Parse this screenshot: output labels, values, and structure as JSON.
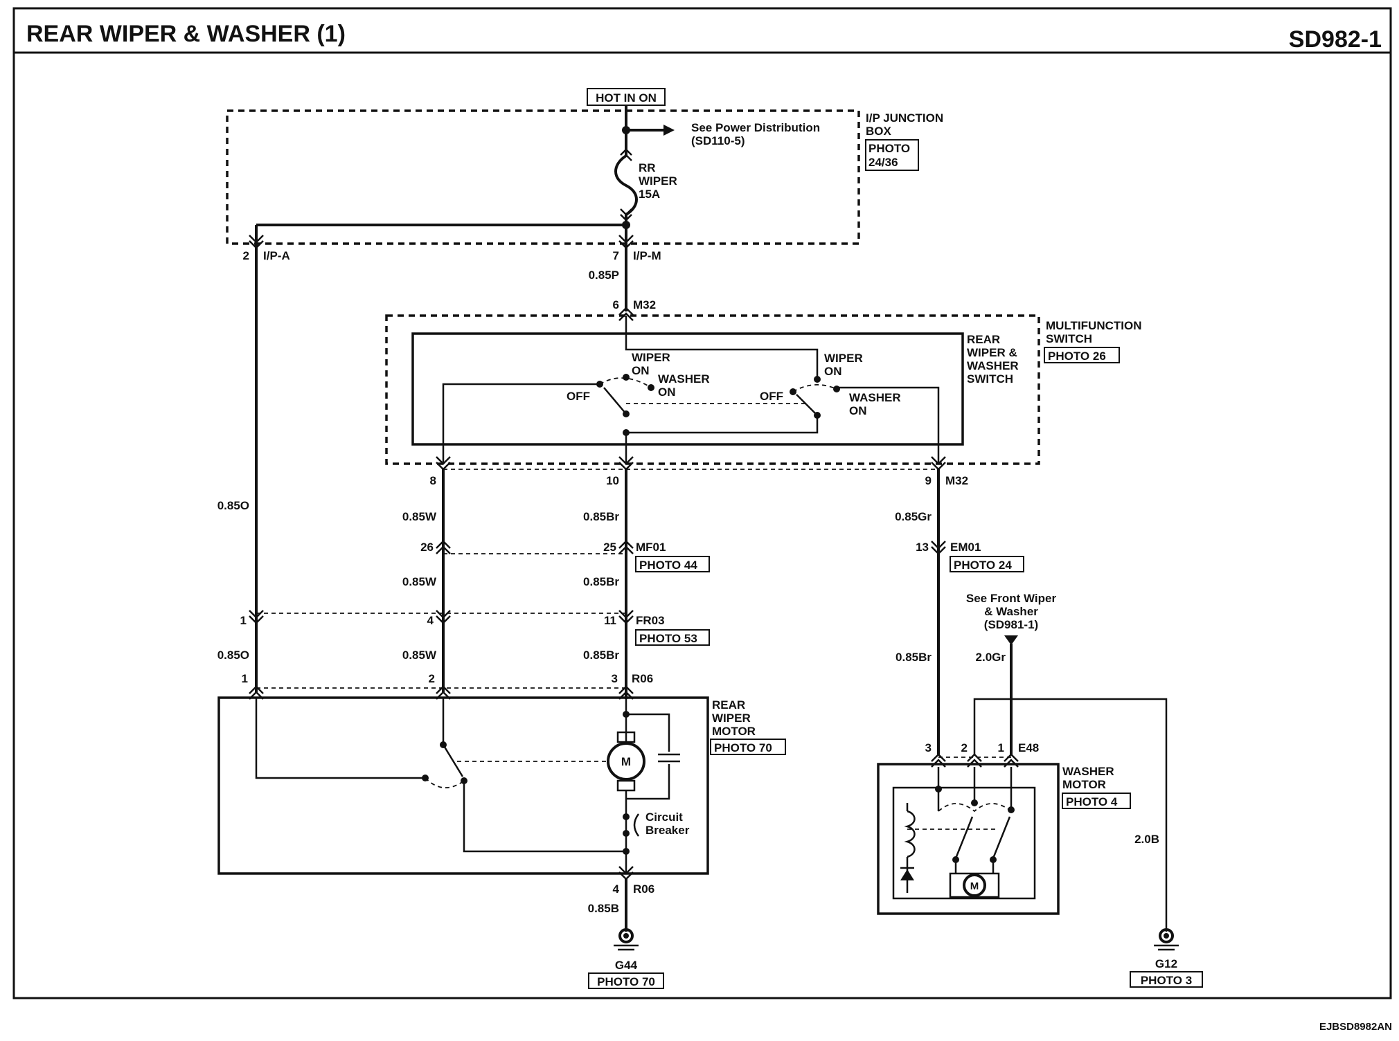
{
  "header": {
    "title": "REAR WIPER & WASHER (1)",
    "code": "SD982-1"
  },
  "footer": {
    "ref": "EJBSD8982AN"
  },
  "power": {
    "hot": "HOT IN ON",
    "see_power": "See Power  Distribution",
    "see_power_ref": "(SD110-5)"
  },
  "junction_box": {
    "line1": "I/P JUNCTION",
    "line2": "BOX",
    "photo1": "PHOTO",
    "photo2": "24/36"
  },
  "fuse": {
    "line1": "RR",
    "line2": "WIPER",
    "line3": "15A"
  },
  "connectors": {
    "ipa_pin": "2",
    "ipa_name": "I/P-A",
    "ipm_pin": "7",
    "ipm_name": "I/P-M",
    "m32_top_pin": "6",
    "m32_name": "M32",
    "m32_pin8": "8",
    "m32_pin10": "10",
    "m32_pin9": "9",
    "m32_name_b": "M32",
    "mf01_pin26": "26",
    "mf01_pin25": "25",
    "mf01_name": "MF01",
    "mf01_photo": "PHOTO 44",
    "em01_pin": "13",
    "em01_name": "EM01",
    "em01_photo": "PHOTO 24",
    "fr03_pin1": "1",
    "fr03_pin4": "4",
    "fr03_pin11": "11",
    "fr03_name": "FR03",
    "fr03_photo": "PHOTO 53",
    "r06_pin1": "1",
    "r06_pin2": "2",
    "r06_pin3": "3",
    "r06_name": "R06",
    "r06_pin4": "4",
    "r06_name_b": "R06",
    "e48_pin3": "3",
    "e48_pin2": "2",
    "e48_pin1": "1",
    "e48_name": "E48"
  },
  "wires": {
    "w085p": "0.85P",
    "w085o_a": "0.85O",
    "w085o_b": "0.85O",
    "w085w_a": "0.85W",
    "w085w_b": "0.85W",
    "w085w_c": "0.85W",
    "w085br_a": "0.85Br",
    "w085br_b": "0.85Br",
    "w085br_c": "0.85Br",
    "w085br_d": "0.85Br",
    "w085gr": "0.85Gr",
    "w20gr": "2.0Gr",
    "w20b": "2.0B",
    "w085b": "0.85B"
  },
  "multifunction": {
    "line1": "MULTIFUNCTION",
    "line2": "SWITCH",
    "photo": "PHOTO 26"
  },
  "rear_switch": {
    "line1": "REAR",
    "line2": "WIPER &",
    "line3": "WASHER",
    "line4": "SWITCH",
    "wiper": "WIPER",
    "wiper_on": "ON",
    "washer": "WASHER",
    "washer_on": "ON",
    "off": "OFF",
    "wiper2": "WIPER",
    "wiper2_on": "ON",
    "washer2": "WASHER",
    "washer2_on": "ON",
    "off2": "OFF"
  },
  "rear_motor": {
    "line1": "REAR",
    "line2": "WIPER",
    "line3": "MOTOR",
    "photo": "PHOTO 70",
    "motor": "M",
    "cb1": "Circuit",
    "cb2": "Breaker"
  },
  "washer_motor": {
    "line1": "WASHER",
    "line2": "MOTOR",
    "photo": "PHOTO 4",
    "motor": "M"
  },
  "front_ref": {
    "line1": "See Front Wiper",
    "line2": "& Washer",
    "line3": "(SD981-1)"
  },
  "grounds": {
    "g44": "G44",
    "g44_photo": "PHOTO 70",
    "g12": "G12",
    "g12_photo": "PHOTO 3"
  }
}
